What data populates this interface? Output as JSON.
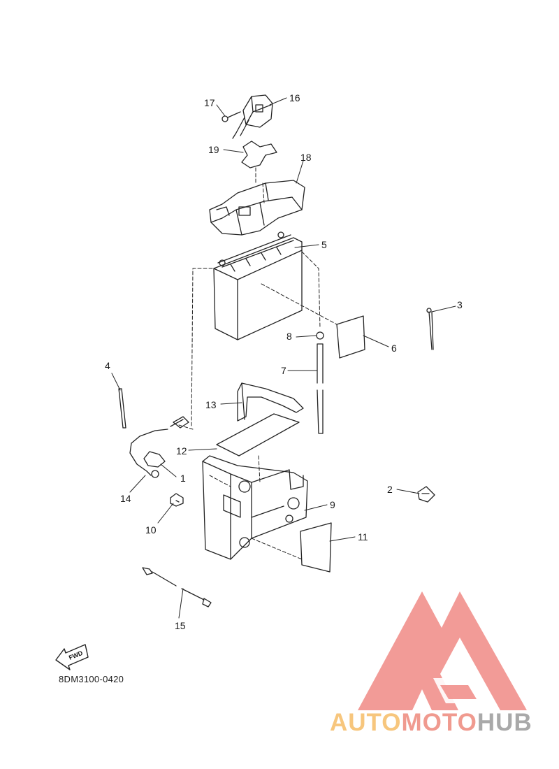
{
  "diagram": {
    "part_code": "8DM3100-0420",
    "fwd_label": "FWD",
    "callouts": [
      "1",
      "2",
      "3",
      "4",
      "5",
      "6",
      "7",
      "8",
      "9",
      "10",
      "11",
      "12",
      "13",
      "14",
      "15",
      "16",
      "17",
      "18",
      "19"
    ]
  },
  "watermark": {
    "word_auto": "AUTO",
    "word_moto": "MOTO",
    "word_hub": "HUB",
    "colors": {
      "auto": "#f7c67d",
      "moto": "#f09a8f",
      "hub": "#a9a9a9",
      "triangle": "#f08a85"
    }
  }
}
